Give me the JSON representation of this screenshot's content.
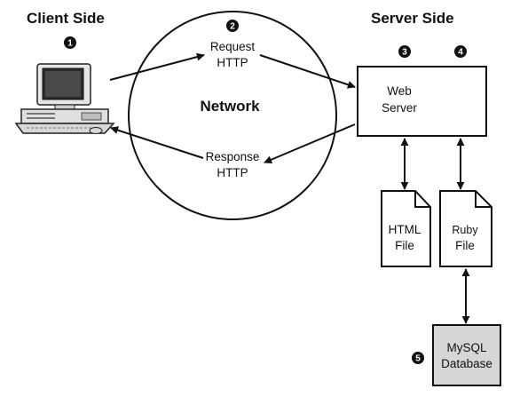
{
  "headings": {
    "client": "Client Side",
    "server": "Server Side"
  },
  "network": {
    "label": "Network",
    "request": {
      "line1": "Request",
      "line2": "HTTP"
    },
    "response": {
      "line1": "Response",
      "line2": "HTTP"
    }
  },
  "web_server": {
    "line1": "Web",
    "line2": "Server"
  },
  "html_file": {
    "line1": "HTML",
    "line2": "File"
  },
  "ruby_file": {
    "line1": "Ruby",
    "line2": "File"
  },
  "database": {
    "line1": "MySQL",
    "line2": "Database",
    "fill": "#d6d6d6"
  },
  "markers": [
    "1",
    "2",
    "3",
    "4",
    "5"
  ]
}
